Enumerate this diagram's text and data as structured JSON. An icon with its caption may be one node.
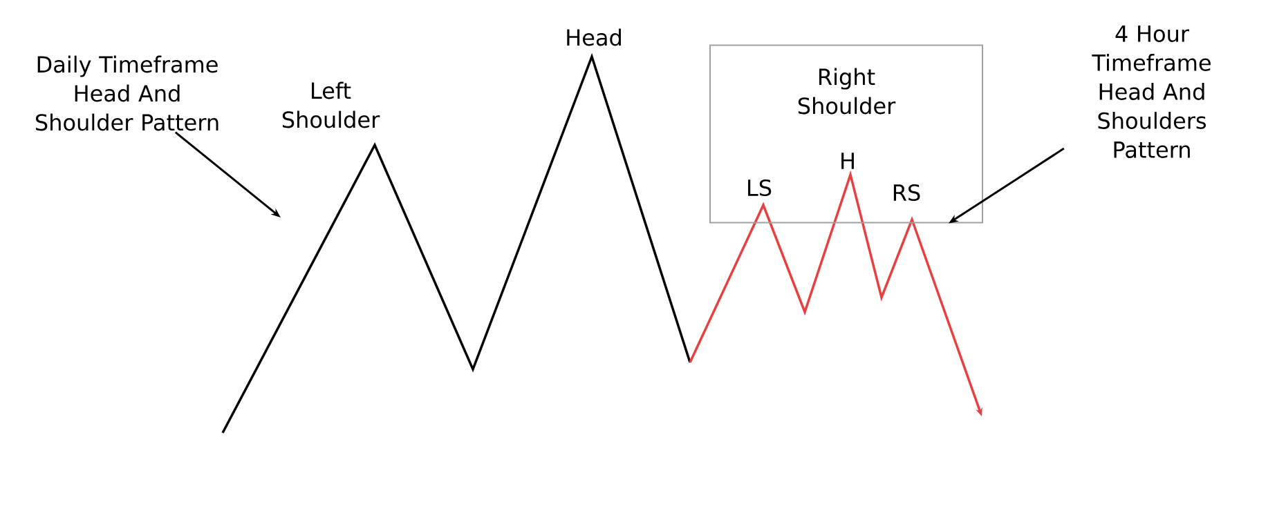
{
  "diagram": {
    "nodes": [
      {
        "text": [
          "Daily Timeframe Head And Shoulder Pattern"
        ]
      },
      {
        "text": [
          "Right Shoulder"
        ]
      },
      {
        "text": [
          "4 Hour Timeframe Head And Shoulders Pattern"
        ]
      }
    ],
    "edges": [
      {
        "from": 0,
        "to": null,
        "arrow": "to"
      },
      {
        "from": 2,
        "to": 1,
        "arrow": "to"
      }
    ],
    "labels": [
      "Head",
      "Left Shoulder",
      "H",
      "LS",
      "RS"
    ]
  }
}
